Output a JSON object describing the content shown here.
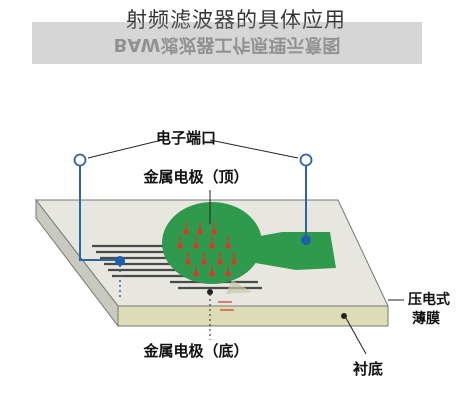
{
  "page_title": "射频滤波器的具体应用",
  "banner_text": "BAW滤波器工作原理示意图",
  "labels": {
    "electrical_port": "电子端口",
    "top_electrode": "金属电极（顶）",
    "bottom_electrode": "金属电极（底）",
    "piezo_film_line1": "压电式",
    "piezo_film_line2": "薄膜",
    "substrate": "衬底"
  },
  "colors": {
    "substrate_top": "#e6e6de",
    "substrate_edge": "#d8d8b4",
    "electrode": "#2f9a4e",
    "node": "#1f5fa8",
    "arrow": "#d83a2a",
    "stripes": "#505050",
    "wire": "#2d64a8"
  }
}
